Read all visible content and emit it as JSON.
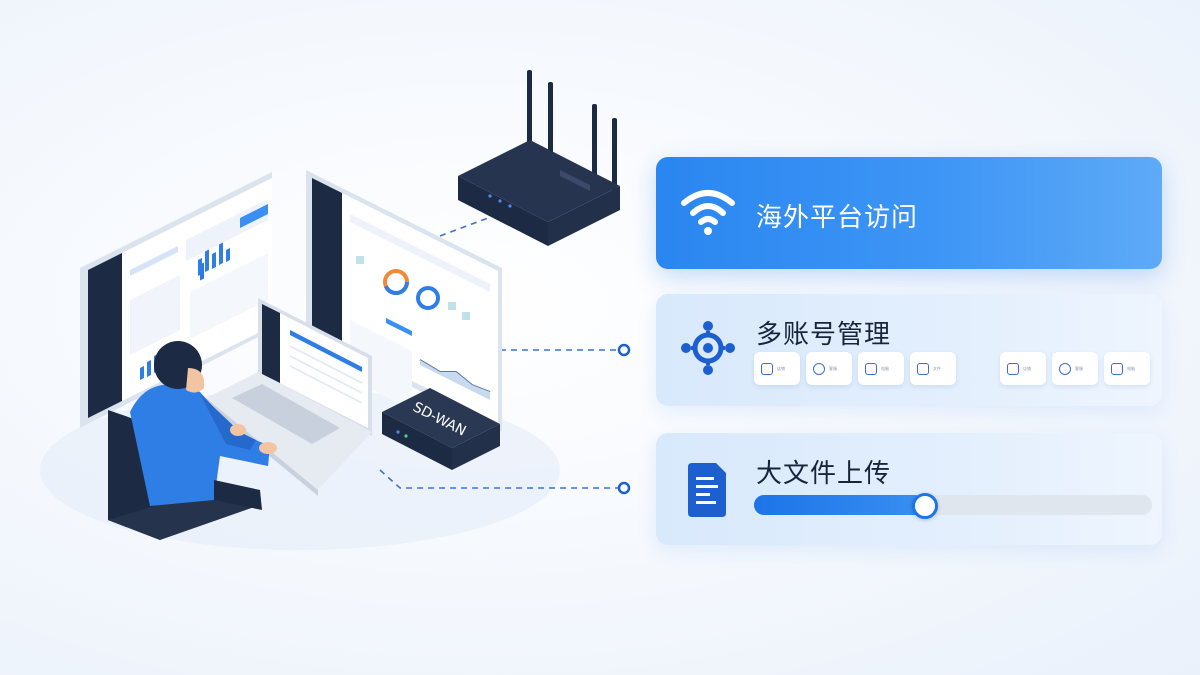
{
  "cards": [
    {
      "title": "海外平台访问",
      "icon": "wifi-icon"
    },
    {
      "title": "多账号管理",
      "icon": "gear-network-icon",
      "accounts": [
        {
          "icon": "store-icon",
          "text": "店铺"
        },
        {
          "icon": "chat-icon",
          "text": "客服"
        },
        {
          "icon": "monitor-icon",
          "text": "电脑"
        },
        {
          "icon": "document-icon",
          "text": "文件"
        },
        {
          "icon": "store-icon",
          "text": "店铺"
        },
        {
          "icon": "chat-icon",
          "text": "客服"
        },
        {
          "icon": "monitor-icon",
          "text": "电脑"
        }
      ]
    },
    {
      "title": "大文件上传",
      "icon": "document-icon",
      "progress": 0.43
    }
  ],
  "illustration": {
    "device_label": "SD-WAN"
  },
  "colors": {
    "accent": "#2a86f0",
    "navy": "#1c2a44",
    "track": "#dfe6ee"
  }
}
